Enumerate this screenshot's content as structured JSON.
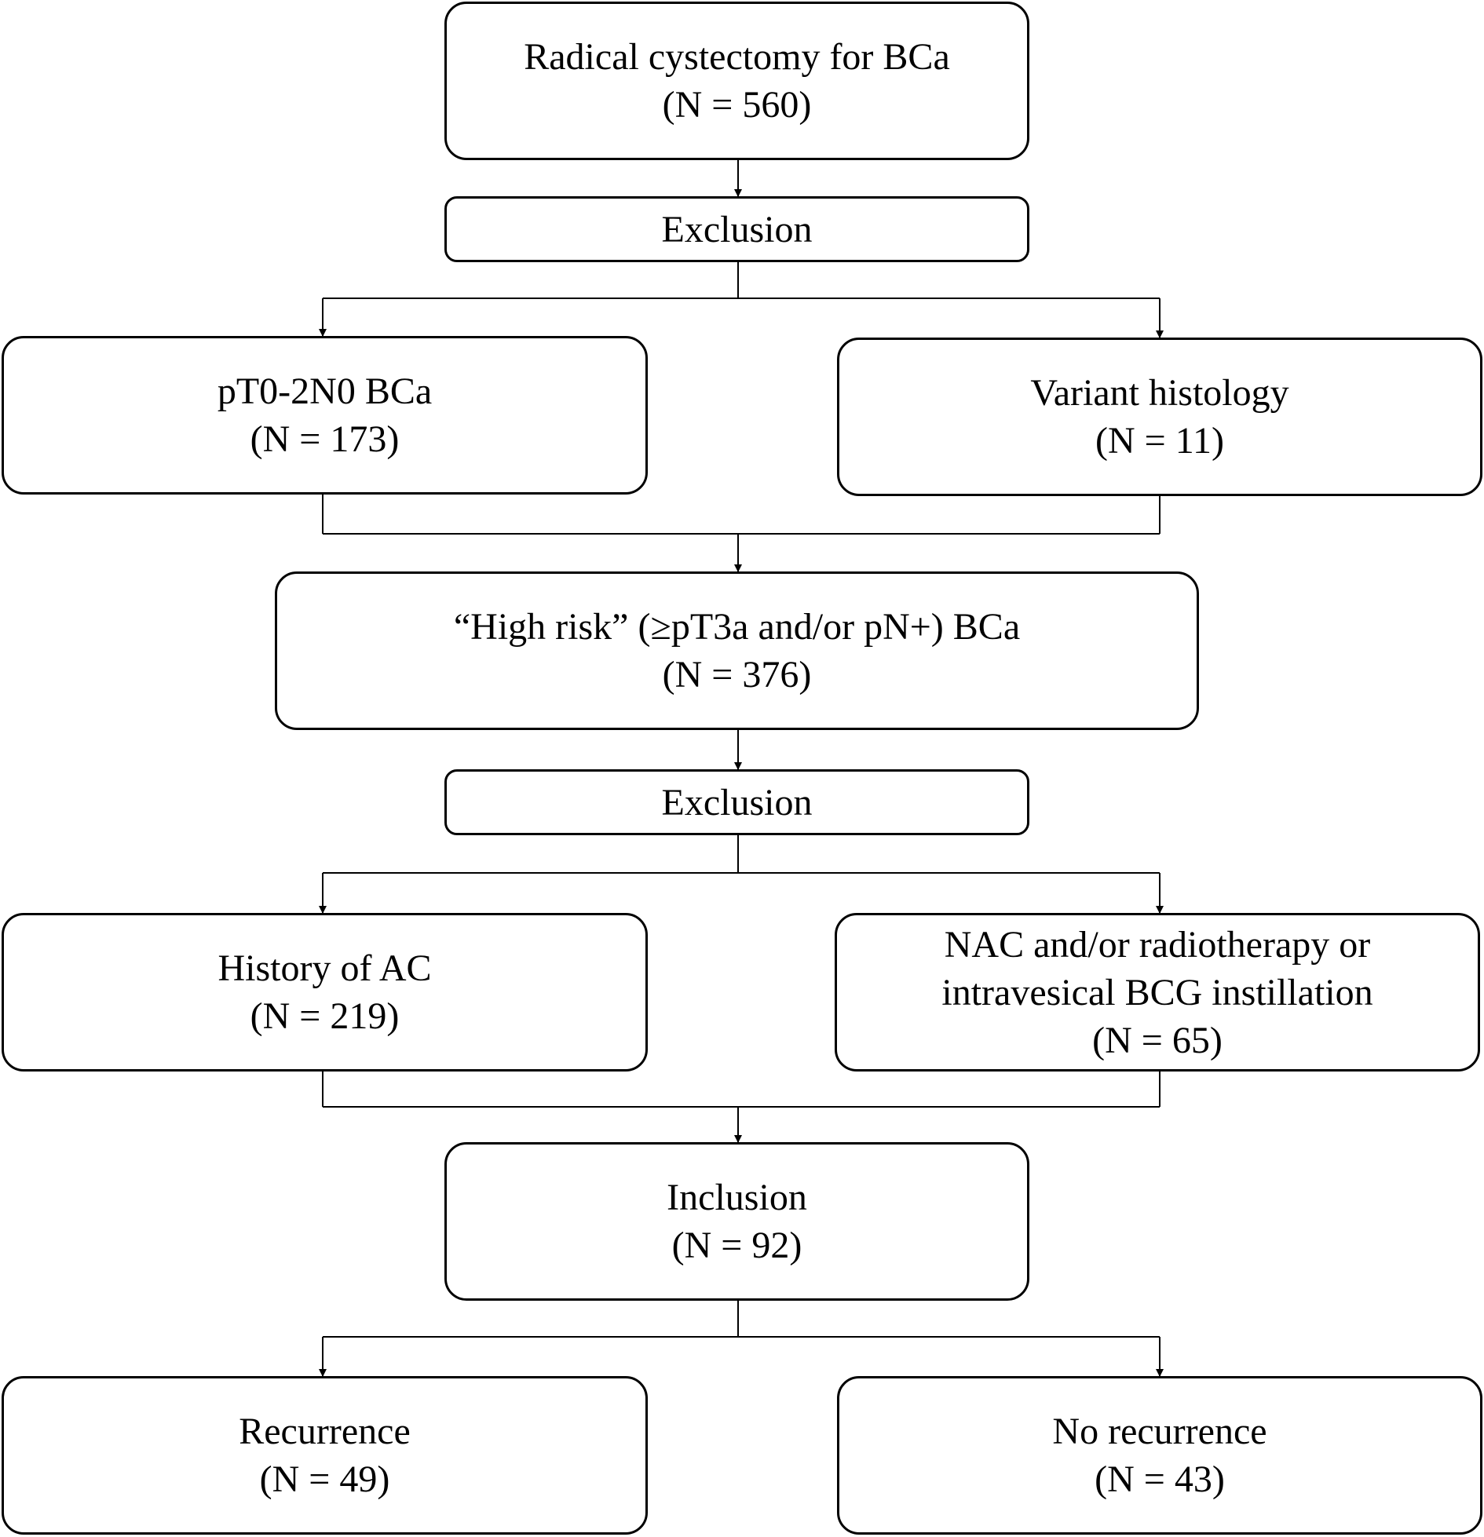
{
  "nodes": {
    "radical": {
      "lines": [
        "Radical cystectomy for BCa",
        "(N = 560)"
      ]
    },
    "exclusion_1": {
      "lines": [
        "Exclusion"
      ]
    },
    "pt0_2n0": {
      "lines": [
        "pT0-2N0 BCa",
        "(N = 173)"
      ]
    },
    "variant": {
      "lines": [
        "Variant histology",
        "(N = 11)"
      ]
    },
    "high_risk": {
      "lines": [
        "“High risk” (≥pT3a and/or pN+) BCa",
        "(N = 376)"
      ]
    },
    "exclusion_2": {
      "lines": [
        "Exclusion"
      ]
    },
    "history_ac": {
      "lines": [
        "History of AC",
        "(N = 219)"
      ]
    },
    "nac": {
      "lines": [
        "NAC and/or radiotherapy or",
        "intravesical BCG instillation",
        "(N = 65)"
      ]
    },
    "inclusion": {
      "lines": [
        "Inclusion",
        "(N = 92)"
      ]
    },
    "recurrence": {
      "lines": [
        "Recurrence",
        "(N = 49)"
      ]
    },
    "no_recurrence": {
      "lines": [
        "No recurrence",
        "(N = 43)"
      ]
    }
  },
  "colors": {
    "line": "#000000",
    "box_fill": "#ffffff",
    "background": "#ffffff"
  }
}
